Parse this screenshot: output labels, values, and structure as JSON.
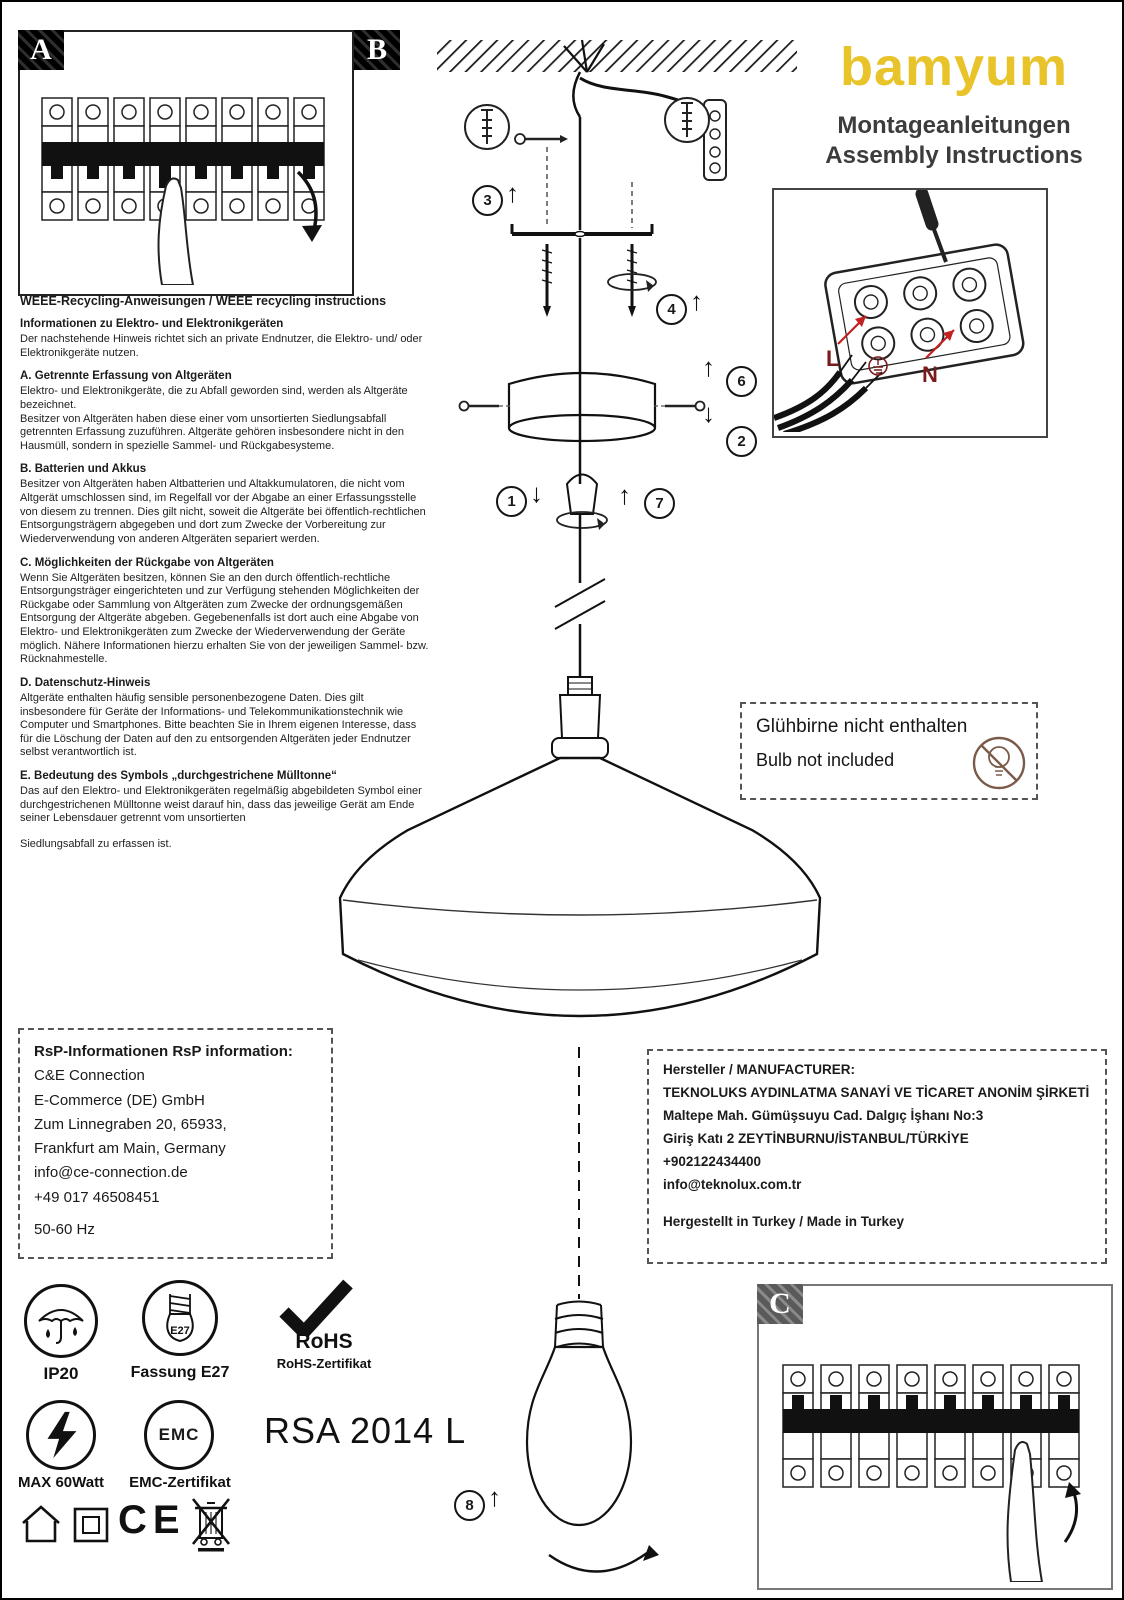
{
  "header": {
    "brand": "bamyum",
    "subtitle_de": "Montageanleitungen",
    "subtitle_en": "Assembly Instructions"
  },
  "panel_labels": {
    "a": "A",
    "b": "B",
    "c": "C"
  },
  "icons": {
    "arrow_up": "↑",
    "arrow_down": "↓"
  },
  "steps": {
    "n1": "1",
    "n2": "2",
    "n3": "3",
    "n4": "4",
    "n6": "6",
    "n7": "7",
    "n8": "8"
  },
  "terminal": {
    "l": "L",
    "n": "N"
  },
  "weee": {
    "title": "WEEE-Recycling-Anweisungen / WEEE recycling instructions",
    "sections": [
      {
        "heading": "Informationen zu Elektro- und Elektronikgeräten",
        "body": "Der nachstehende Hinweis richtet sich an private Endnutzer, die Elektro- und/ oder Elektronikgeräte nutzen."
      },
      {
        "heading": "A. Getrennte Erfassung von Altgeräten",
        "body": "Elektro- und Elektronikgeräte, die zu Abfall geworden sind, werden als Altgeräte bezeichnet.\nBesitzer von Altgeräten haben diese einer vom unsortierten Siedlungsabfall getrennten Erfassung zuzuführen. Altgeräte gehören insbesondere nicht in den Hausmüll, sondern in spezielle Sammel- und Rückgabesysteme."
      },
      {
        "heading": "B. Batterien und Akkus",
        "body": "Besitzer von Altgeräten haben Altbatterien und Altakkumulatoren, die nicht vom Altgerät umschlossen sind, im Regelfall vor der Abgabe an einer Erfassungsstelle von diesem zu trennen. Dies gilt nicht, soweit die Altgeräte bei öffentlich-rechtlichen Entsorgungsträgern abgegeben und dort zum Zwecke der Vorbereitung zur Wiederverwendung von anderen Altgeräten separiert werden."
      },
      {
        "heading": "C. Möglichkeiten der Rückgabe von Altgeräten",
        "body": "Wenn Sie Altgeräten besitzen, können Sie an den durch öffentlich-rechtliche Entsorgungsträger eingerichteten und zur Verfügung stehenden Möglichkeiten der Rückgabe oder Sammlung von Altgeräten zum Zwecke der ordnungsgemäßen Entsorgung der Altgeräte abgeben. Gegebenenfalls ist dort auch eine Abgabe von Elektro- und Elektronikgeräten zum Zwecke der Wiederverwendung der Geräte möglich. Nähere Informationen hierzu erhalten Sie von der jeweiligen Sammel- bzw. Rücknahmestelle."
      },
      {
        "heading": "D. Datenschutz-Hinweis",
        "body": "Altgeräte enthalten häufig sensible personenbezogene Daten. Dies gilt insbesondere für Geräte der Informations- und Telekommunikationstechnik wie Computer und Smartphones. Bitte beachten Sie in Ihrem eigenen Interesse, dass für die Löschung der Daten auf den zu entsorgenden Altgeräten jeder Endnutzer selbst verantwortlich ist."
      },
      {
        "heading": "E. Bedeutung des Symbols „durchgestrichene Mülltonne“",
        "body": "Das auf den Elektro- und Elektronikgeräten regelmäßig abgebildeten Symbol einer durchgestrichenen Mülltonne weist darauf hin, dass das jeweilige Gerät am Ende seiner Lebensdauer getrennt vom unsortierten"
      }
    ],
    "footer": "Siedlungsabfall zu erfassen ist."
  },
  "bulb_notice": {
    "de": "Glühbirne nicht enthalten",
    "en": "Bulb not included"
  },
  "rsp_box": {
    "title": "RsP-Informationen RsP information:",
    "lines": [
      "C&E Connection",
      "E-Commerce (DE) GmbH",
      "Zum Linnegraben 20, 65933,",
      "Frankfurt am Main, Germany",
      "info@ce-connection.de",
      "+49 017 46508451",
      "50-60 Hz"
    ]
  },
  "manufacturer_box": {
    "title": "Hersteller / MANUFACTURER:",
    "lines": [
      "TEKNOLUKS AYDINLATMA SANAYİ VE TİCARET ANONİM ŞİRKETİ",
      "Maltepe Mah. Gümüşsuyu Cad. Dalgıç İşhanı No:3",
      "Giriş Katı 2 ZEYTİNBURNU/İSTANBUL/TÜRKİYE",
      "+902122434400",
      "info@teknolux.com.tr"
    ],
    "made_in": "Hergestellt in Turkey / Made in Turkey"
  },
  "certifications": {
    "ip_rating": "IP20",
    "socket_label": "Fassung E27",
    "socket_type": "E27",
    "rohs_title": "RoHS",
    "rohs_cert": "RoHS-Zertifikat",
    "max_watt": "MAX 60Watt",
    "emc": "EMC",
    "emc_cert": "EMC-Zertifikat",
    "model": "RSA 2014 L",
    "ce_mark": "CE"
  }
}
